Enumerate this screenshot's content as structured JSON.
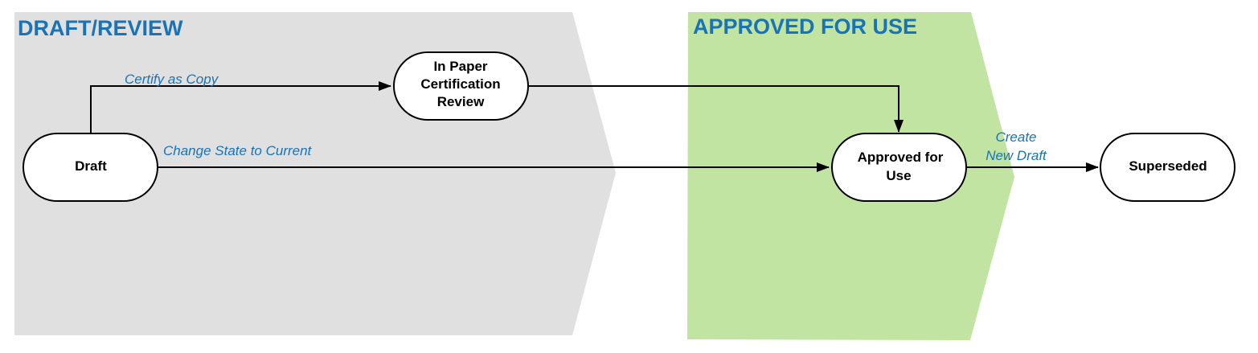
{
  "colors": {
    "draft_lane": "#e0e0e0",
    "approved_lane": "#c1e4a3",
    "title_blue": "#1a73b5"
  },
  "lanes": {
    "draft_review": "DRAFT/REVIEW",
    "approved": "APPROVED FOR USE"
  },
  "nodes": {
    "draft": "Draft",
    "paper_review": [
      "In Paper",
      "Certification",
      "Review"
    ],
    "approved": [
      "Approved for",
      "Use"
    ],
    "superseded": "Superseded"
  },
  "edges": {
    "certify": "Certify as Copy",
    "change_state": "Change State to Current",
    "new_draft": [
      "Create",
      "New Draft"
    ]
  }
}
